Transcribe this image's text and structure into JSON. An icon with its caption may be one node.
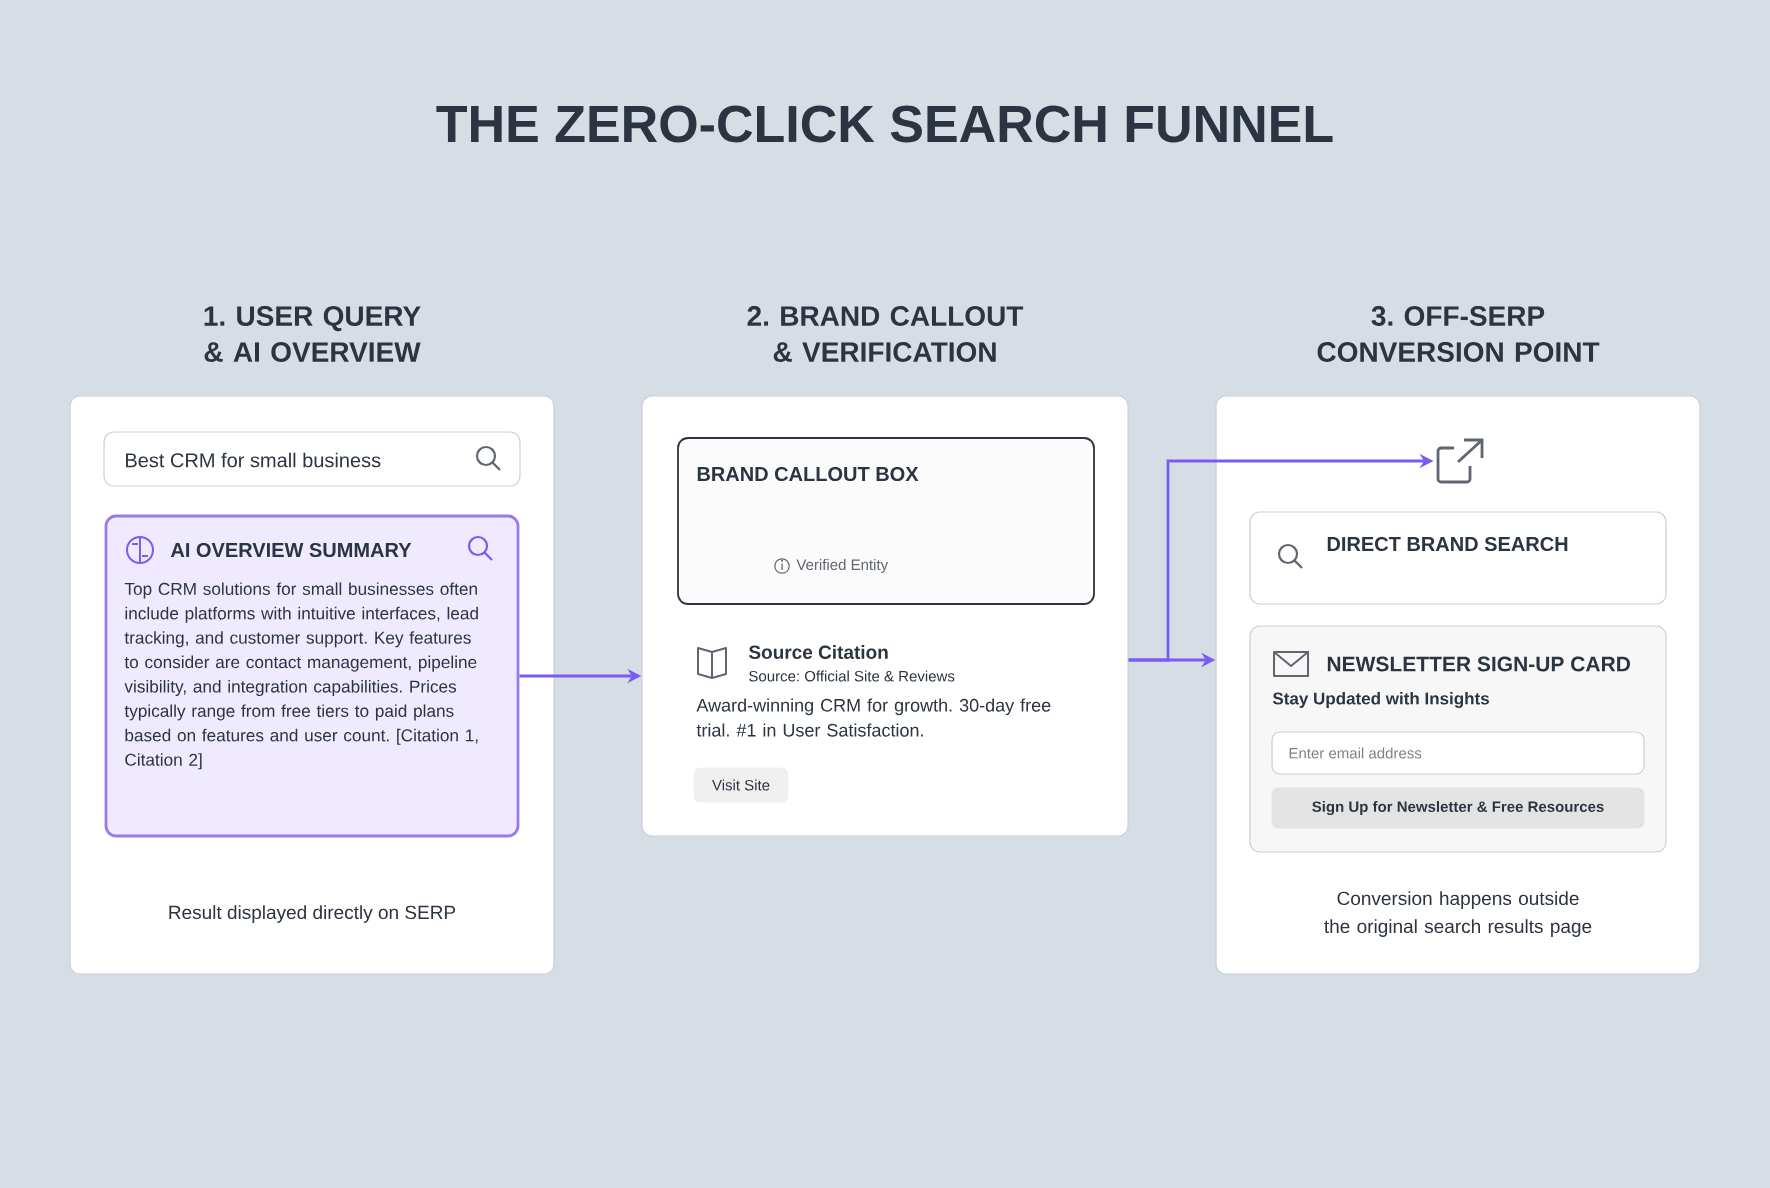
{
  "diagram": {
    "title": "THE ZERO-CLICK SEARCH FUNNEL",
    "nodes": [
      {
        "text": [
          "1. USER QUERY & AI OVERVIEW",
          "Result displayed directly on SERP"
        ]
      },
      {
        "text": [
          "Best CRM for small business"
        ],
        "in": 0
      },
      {
        "text": [
          "AI OVERVIEW SUMMARY",
          "Top CRM solutions for small businesses often include platforms with intuitive interfaces, lead tracking, and customer support. Key features to consider are contact management, pipeline visibility, and integration capabilities. Prices typically range from free tiers to paid plans based on features and user count. [Citation 1, Citation 2]"
        ],
        "in": 0
      },
      {
        "text": [
          "2. BRAND CALLOUT & VERIFICATION",
          "Source Citation",
          "Source: Official Site & Reviews",
          "Award-winning CRM for growth. 30-day free trial. #1 in User Satisfaction."
        ]
      },
      {
        "text": [
          "BRAND CALLOUT BOX",
          "Verified Entity"
        ],
        "in": 3
      },
      {
        "text": [
          "Visit Site"
        ],
        "in": 3
      },
      {
        "text": [
          "3. OFF-SERP CONVERSION POINT",
          "Conversion happens outside the original search results page"
        ]
      },
      {
        "text": [],
        "shape": "icon",
        "in": 6
      },
      {
        "text": [
          "DIRECT BRAND SEARCH"
        ],
        "in": 6
      },
      {
        "text": [
          "NEWSLETTER SIGN-UP CARD",
          "Stay Updated with Insights"
        ],
        "in": 6
      },
      {
        "text": [
          "Enter email address"
        ],
        "in": 9
      },
      {
        "text": [
          "Sign Up for Newsletter & Free Resources"
        ],
        "in": 9
      }
    ],
    "edges": [
      {
        "from": 2,
        "to": 3,
        "arrow": "to"
      },
      {
        "from": 3,
        "to": 7,
        "arrow": "to"
      },
      {
        "from": 3,
        "to": 6,
        "arrow": "to"
      }
    ]
  }
}
